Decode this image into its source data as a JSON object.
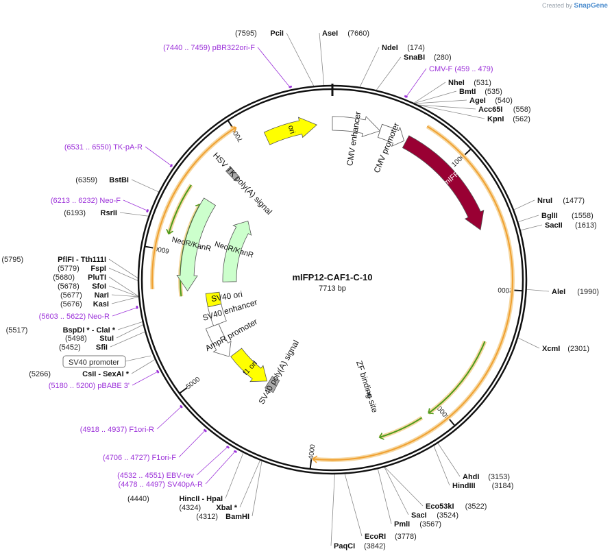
{
  "branding": {
    "created_by": "Created by",
    "app": "SnapGene"
  },
  "plasmid": {
    "name": "mIFP12-CAF1-C-10",
    "size_label": "7713 bp",
    "length": 7713
  },
  "ticks": [
    "1000",
    "2000",
    "3000",
    "4000",
    "5000",
    "6000",
    "7000"
  ],
  "features": [
    {
      "name": "ori",
      "start": 7180,
      "end": 7590,
      "strand": 1,
      "color": "#ffff00"
    },
    {
      "name": "CMV enhancer",
      "start": 0,
      "end": 380,
      "strand": 1,
      "color": "#ffffff"
    },
    {
      "name": "CMV promoter",
      "start": 380,
      "end": 585,
      "strand": 1,
      "color": "#ffffff"
    },
    {
      "name": "mIFP",
      "start": 600,
      "end": 1530,
      "strand": 1,
      "color": "#990033"
    },
    {
      "name": "ZF binding site",
      "start": 3465,
      "end": 3490,
      "strand": 1,
      "color": "#5a7380"
    },
    {
      "name": "SV40 poly(A) signal",
      "start": 4450,
      "end": 4540,
      "strand": 0,
      "color": "#a9a9a9"
    },
    {
      "name": "f1 ori",
      "start": 4560,
      "end": 4990,
      "strand": -1,
      "color": "#ffff00"
    },
    {
      "name": "AmpR promoter",
      "start": 5000,
      "end": 5330,
      "strand": -1,
      "color": "#ffffff"
    },
    {
      "name": "SV40 enhancer",
      "start": 5330,
      "end": 5520,
      "strand": 0,
      "color": "#ffffff"
    },
    {
      "name": "SV40 ori",
      "start": 5520,
      "end": 5650,
      "strand": 0,
      "color": "#ffff00"
    },
    {
      "name": "NeoR/KanR",
      "start": 5690,
      "end": 6480,
      "strand": -1,
      "color": "#ccffcc"
    },
    {
      "name": "NeoR/KanR",
      "start": 5760,
      "end": 6530,
      "strand": 1,
      "color": "#ccffcc"
    },
    {
      "name": "HSV TK poly(A) signal",
      "start": 6760,
      "end": 6810,
      "strand": 0,
      "color": "#a9a9a9"
    }
  ],
  "cut_sites": [
    {
      "name": "PciI",
      "pos_label": "(7595)",
      "pos": 7595
    },
    {
      "name": "AseI",
      "pos_label": "(7660)",
      "pos": 7660
    },
    {
      "name": "NdeI",
      "pos_label": "(174)",
      "pos": 174
    },
    {
      "name": "SnaBI",
      "pos_label": "(280)",
      "pos": 280
    },
    {
      "name": "NheI",
      "pos_label": "(531)",
      "pos": 531
    },
    {
      "name": "BmtI",
      "pos_label": "(535)",
      "pos": 535
    },
    {
      "name": "AgeI",
      "pos_label": "(540)",
      "pos": 540
    },
    {
      "name": "Acc65I",
      "pos_label": "(558)",
      "pos": 558
    },
    {
      "name": "KpnI",
      "pos_label": "(562)",
      "pos": 562
    },
    {
      "name": "NruI",
      "pos_label": "(1477)",
      "pos": 1477
    },
    {
      "name": "BglII",
      "pos_label": "(1558)",
      "pos": 1558
    },
    {
      "name": "SacII",
      "pos_label": "(1613)",
      "pos": 1613
    },
    {
      "name": "AleI",
      "pos_label": "(1990)",
      "pos": 1990
    },
    {
      "name": "XcmI",
      "pos_label": "(2301)",
      "pos": 2301
    },
    {
      "name": "AhdI",
      "pos_label": "(3153)",
      "pos": 3153
    },
    {
      "name": "HindIII",
      "pos_label": "(3184)",
      "pos": 3184
    },
    {
      "name": "Eco53kI",
      "pos_label": "(3522)",
      "pos": 3522
    },
    {
      "name": "SacI",
      "pos_label": "(3524)",
      "pos": 3524
    },
    {
      "name": "PmlI",
      "pos_label": "(3567)",
      "pos": 3567
    },
    {
      "name": "EcoRI",
      "pos_label": "(3778)",
      "pos": 3778
    },
    {
      "name": "PaqCI",
      "pos_label": "(3842)",
      "pos": 3842
    },
    {
      "name": "BamHI",
      "pos_label": "(4312)",
      "pos": 4312
    },
    {
      "name": "XbaI *",
      "pos_label": "(4324)",
      "pos": 4324
    },
    {
      "name": "HincII  - HpaI",
      "pos_label": "(4440)",
      "pos": 4440
    },
    {
      "name": "CsiI  - SexAI *",
      "pos_label": "(5266)",
      "pos": 5266
    },
    {
      "name": "SfiI",
      "pos_label": "(5452)",
      "pos": 5452
    },
    {
      "name": "StuI",
      "pos_label": "(5498)",
      "pos": 5498
    },
    {
      "name": "BspDI *  - ClaI *",
      "pos_label": "(5517)",
      "pos": 5517
    },
    {
      "name": "KasI",
      "pos_label": "(5676)",
      "pos": 5676
    },
    {
      "name": "NarI",
      "pos_label": "(5677)",
      "pos": 5677
    },
    {
      "name": "SfoI",
      "pos_label": "(5678)",
      "pos": 5678
    },
    {
      "name": "PluTI",
      "pos_label": "(5680)",
      "pos": 5680
    },
    {
      "name": "FspI",
      "pos_label": "(5779)",
      "pos": 5779
    },
    {
      "name": "PflFI  - Tth111I",
      "pos_label": "(5795)",
      "pos": 5795
    },
    {
      "name": "RsrII",
      "pos_label": "(6193)",
      "pos": 6193
    },
    {
      "name": "BstBI",
      "pos_label": "(6359)",
      "pos": 6359
    }
  ],
  "primers": [
    {
      "label": "(7440 .. 7459)  pBR322ori-F",
      "start": 7440,
      "end": 7459
    },
    {
      "label": "CMV-F   (459 .. 479)",
      "start": 459,
      "end": 479
    },
    {
      "label": "(6531 .. 6550)  TK-pA-R",
      "start": 6531,
      "end": 6550
    },
    {
      "label": "(6213 .. 6232)  Neo-F",
      "start": 6213,
      "end": 6232
    },
    {
      "label": "(5603 .. 5622)  Neo-R",
      "start": 5603,
      "end": 5622
    },
    {
      "label": "(5180 .. 5200)  pBABE 3'",
      "start": 5180,
      "end": 5200
    },
    {
      "label": "(4918 .. 4937)  F1ori-R",
      "start": 4918,
      "end": 4937
    },
    {
      "label": "(4706 .. 4727)  F1ori-F",
      "start": 4706,
      "end": 4727
    },
    {
      "label": "(4532 .. 4551)  EBV-rev",
      "start": 4532,
      "end": 4551
    },
    {
      "label": "(4478 .. 4497)  SV40pA-R",
      "start": 4478,
      "end": 4497
    }
  ],
  "boxed_label": "SV40 promoter",
  "orfs": [
    {
      "start": 680,
      "end": 3990,
      "strand": 1
    },
    {
      "start": 2400,
      "end": 3090,
      "strand": 1
    },
    {
      "start": 3150,
      "end": 3500,
      "strand": 1
    },
    {
      "start": 5650,
      "end": 6420,
      "strand": 1
    },
    {
      "start": 6120,
      "end": 6510,
      "strand": -1
    },
    {
      "start": 5720,
      "end": 7020,
      "strand": 1
    }
  ]
}
